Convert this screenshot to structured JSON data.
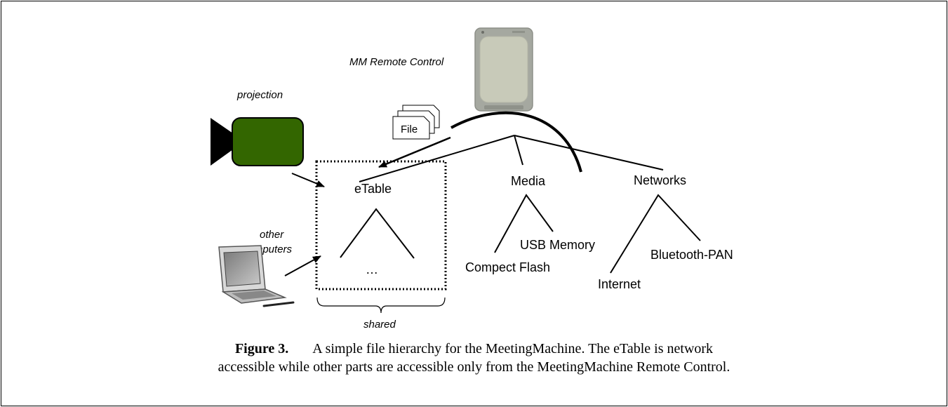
{
  "labels": {
    "remote_control": "MM Remote Control",
    "projection": "projection",
    "other_computers_line1": "other",
    "other_computers_line2": "computers",
    "file": "File",
    "etable": "eTable",
    "etable_children": "…",
    "shared": "shared",
    "media": "Media",
    "usb_memory": "USB Memory",
    "compact_flash": "Compect Flash",
    "networks": "Networks",
    "bluetooth_pan": "Bluetooth-PAN",
    "internet": "Internet"
  },
  "caption": {
    "label": "Figure 3.",
    "line1": "A simple file hierarchy for the MeetingMachine. The eTable is network",
    "line2": "accessible while other parts are accessible only from the MeetingMachine Remote Control."
  },
  "colors": {
    "projector_body": "#336600",
    "projector_lens": "#000000",
    "remote_body": "#c8cab9",
    "remote_frame": "#a5a8a0"
  },
  "icons": [
    "projector-icon",
    "remote-control-device-icon",
    "laptop-icon",
    "file-stack-icon"
  ]
}
